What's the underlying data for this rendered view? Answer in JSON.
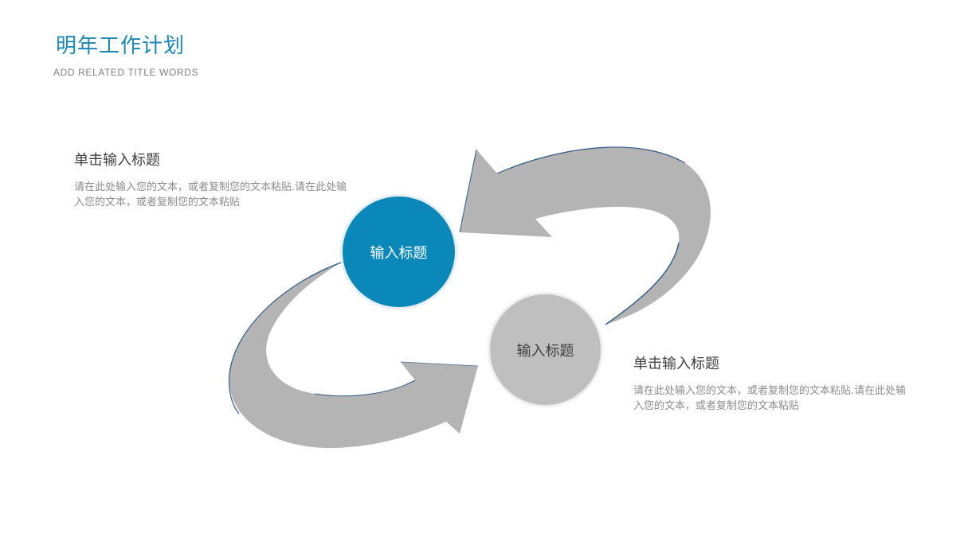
{
  "header": {
    "title": "明年工作计划",
    "subtitle": "ADD RELATED TITLE WORDS"
  },
  "colors": {
    "title": "#1a87b4",
    "accent_blue": "#0a88b9",
    "arrow_gray": "#b4b4b4",
    "arrow_edge": "#2f5a86",
    "circle_gray": "#bfbfbf"
  },
  "diagram": {
    "nodes": [
      {
        "label": "输入标题",
        "color": "blue"
      },
      {
        "label": "输入标题",
        "color": "gray"
      }
    ],
    "arrows": [
      {
        "name": "top-arrow",
        "direction": "pointing-left-toward-blue-node"
      },
      {
        "name": "bottom-arrow",
        "direction": "pointing-right-toward-gray-node"
      }
    ]
  },
  "blocks": [
    {
      "title": "单击输入标题",
      "body": "请在此处输入您的文本，或者复制您的文本粘贴.请在此处输入您的文本，或者复制您的文本粘贴"
    },
    {
      "title": "单击输入标题",
      "body": "请在此处输入您的文本，或者复制您的文本粘贴.请在此处输入您的文本，或者复制您的文本粘贴"
    }
  ]
}
